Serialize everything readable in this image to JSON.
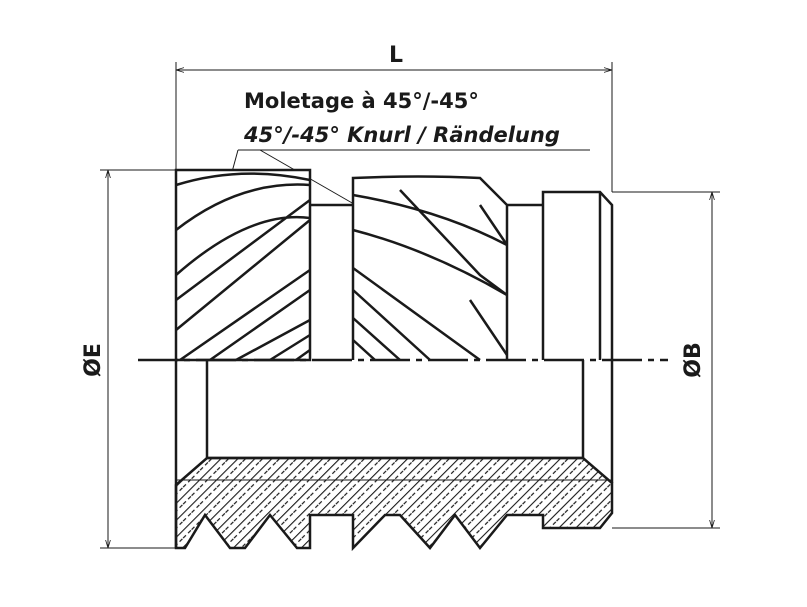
{
  "dimensions": {
    "length_label": "L",
    "outer_diameter_label": "ØE",
    "shoulder_diameter_label": "ØB"
  },
  "annotation": {
    "french": "Moletage à 45°/-45°",
    "english_german": "45°/-45° Knurl / Rändelung"
  },
  "colors": {
    "line": "#1a1a1a",
    "background": "#ffffff"
  }
}
